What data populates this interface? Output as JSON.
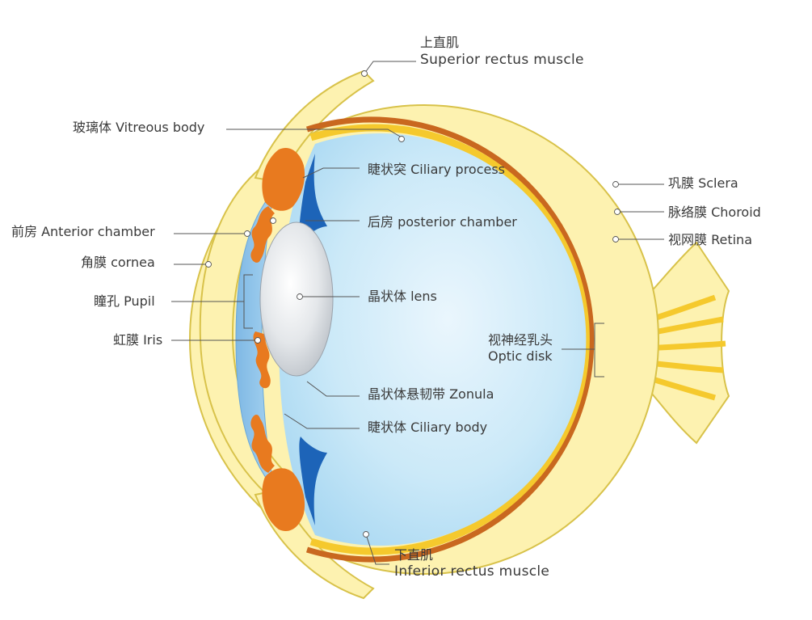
{
  "colors": {
    "sclera": "#fdf2b0",
    "sclera_edge": "#d8c24a",
    "choroid": "#c9681f",
    "retina": "#f5c92d",
    "vitreous": "#bfe4f7",
    "aqueous": "#8fc6ea",
    "ciliary": "#e87a1f",
    "zonula_band": "#1d64b8",
    "lens": "#d9dde2",
    "optic_nerve": "#f7e24e"
  },
  "labels": {
    "superior_zh": "上直肌",
    "superior_en": "Superior rectus muscle",
    "vitreous": "玻璃体 Vitreous body",
    "ciliary_process": "睫状突  Ciliary process",
    "posterior_chamber": "后房 posterior chamber",
    "anterior_chamber": "前房 Anterior chamber",
    "cornea": "角膜 cornea",
    "pupil": "瞳孔 Pupil",
    "lens": "晶状体 lens",
    "iris": "虹膜 Iris",
    "zonula": "晶状体悬韧带 Zonula",
    "ciliary_body": "睫状体 Ciliary body",
    "sclera": "巩膜 Sclera",
    "choroid": "脉络膜 Choroid",
    "retina": "视网膜 Retina",
    "optic_disk_zh": "视神经乳头",
    "optic_disk_en": "Optic disk",
    "inferior_zh": "下直肌",
    "inferior_en": "Inferior rectus muscle"
  }
}
